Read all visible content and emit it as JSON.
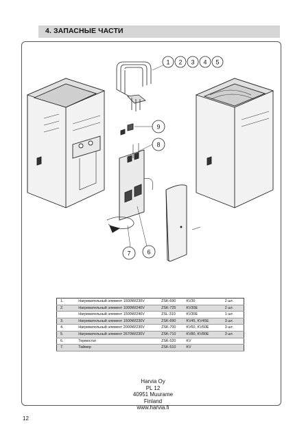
{
  "section": {
    "title": "4. ЗАПАСНЫЕ ЧАСТИ"
  },
  "callouts": [
    "1",
    "2",
    "3",
    "4",
    "5",
    "9",
    "8",
    "7",
    "6"
  ],
  "parts": [
    {
      "num": "1.",
      "desc": "Нагревательный элемент 1500W/230V",
      "code": "ZSK-690",
      "model": "KV30",
      "qty": "2 шт.",
      "shaded": false
    },
    {
      "num": "2.",
      "desc": "Нагревательный элемент 1000W/240V",
      "code": "ZSK-725",
      "model": "KV30E",
      "qty": "2 шт.",
      "shaded": true
    },
    {
      "num": "",
      "desc": "Нагревательный элемент 1500W/240V",
      "code": "ZSL-310",
      "model": "KV30E",
      "qty": "1 шт.",
      "shaded": false
    },
    {
      "num": "3.",
      "desc": "Нагревательный элемент 1500W/230V",
      "code": "ZSK-690",
      "model": "KV45, KV45E",
      "qty": "3 шт.",
      "shaded": true
    },
    {
      "num": "4.",
      "desc": "Нагревательный элемент 2000W/230V",
      "code": "ZSK-700",
      "model": "KV60, KV60E",
      "qty": "3 шт.",
      "shaded": false
    },
    {
      "num": "5.",
      "desc": "Нагревательный элемент 2670W/230V",
      "code": "ZSK-710",
      "model": "KV80, KV80E",
      "qty": "3 шт.",
      "shaded": true
    },
    {
      "num": "6.",
      "desc": "Термостат",
      "code": "ZSK-520",
      "model": "KV",
      "qty": "",
      "shaded": false
    },
    {
      "num": "7.",
      "desc": "Таймер",
      "code": "ZSK-510",
      "model": "KV",
      "qty": "",
      "shaded": true
    }
  ],
  "address": {
    "company": "Harvia Oy",
    "po_box": "PL 12",
    "city": "40951 Muurame",
    "country": "Finland",
    "web": "www.harvia.fi"
  },
  "page_number": "12"
}
